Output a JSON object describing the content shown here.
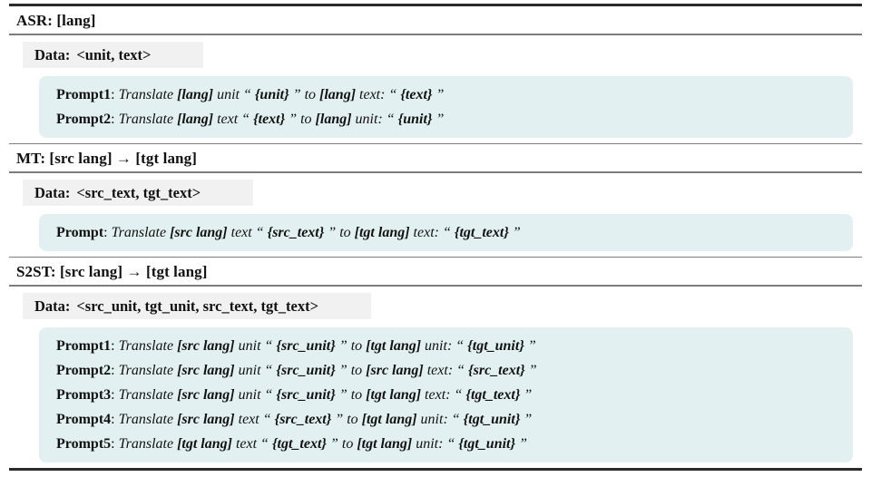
{
  "figure": {
    "colors": {
      "data_box_bg": "#f1f1f1",
      "prompt_box_bg": "#e3f0f1",
      "rule_thick": "#2b2b2b",
      "rule_thin": "#7d7d7d"
    },
    "sections": [
      {
        "id": "asr",
        "header": "ASR: [lang]",
        "data_label": "Data:",
        "data_value": "<unit, text>",
        "prompts": [
          {
            "label": "Prompt1",
            "sep": ": ",
            "parts": [
              [
                "i",
                "Translate "
              ],
              [
                "bi",
                "[lang]"
              ],
              [
                "i",
                " unit “ "
              ],
              [
                "bi",
                "{unit}"
              ],
              [
                "i",
                " ” to "
              ],
              [
                "bi",
                "[lang]"
              ],
              [
                "i",
                " text: “ "
              ],
              [
                "bi",
                "{text}"
              ],
              [
                "i",
                " ”"
              ]
            ]
          },
          {
            "label": "Prompt2",
            "sep": ": ",
            "parts": [
              [
                "i",
                "Translate "
              ],
              [
                "bi",
                "[lang]"
              ],
              [
                "i",
                " text “ "
              ],
              [
                "bi",
                "{text}"
              ],
              [
                "i",
                " ” to "
              ],
              [
                "bi",
                "[lang]"
              ],
              [
                "i",
                " unit: “ "
              ],
              [
                "bi",
                "{unit}"
              ],
              [
                "i",
                " ”"
              ]
            ]
          }
        ]
      },
      {
        "id": "mt",
        "header": "MT: [src lang] → [tgt lang]",
        "data_label": "Data:",
        "data_value": "<src_text, tgt_text>",
        "prompts": [
          {
            "label": "Prompt",
            "sep": ": ",
            "parts": [
              [
                "i",
                "Translate "
              ],
              [
                "bi",
                "[src lang]"
              ],
              [
                "i",
                " text “ "
              ],
              [
                "bi",
                "{src_text}"
              ],
              [
                "i",
                " ” to "
              ],
              [
                "bi",
                "[tgt lang]"
              ],
              [
                "i",
                " text: “ "
              ],
              [
                "bi",
                "{tgt_text}"
              ],
              [
                "i",
                " ”"
              ]
            ]
          }
        ]
      },
      {
        "id": "s2st",
        "header": "S2ST: [src lang] → [tgt lang]",
        "data_label": "Data:",
        "data_value": "<src_unit, tgt_unit, src_text, tgt_text>",
        "prompts": [
          {
            "label": "Prompt1",
            "sep": ": ",
            "parts": [
              [
                "i",
                "Translate "
              ],
              [
                "bi",
                "[src lang]"
              ],
              [
                "i",
                " unit “ "
              ],
              [
                "bi",
                "{src_unit}"
              ],
              [
                "i",
                " ” to "
              ],
              [
                "bi",
                "[tgt lang]"
              ],
              [
                "i",
                " unit: “ "
              ],
              [
                "bi",
                "{tgt_unit}"
              ],
              [
                "i",
                " ”"
              ]
            ]
          },
          {
            "label": "Prompt2",
            "sep": ": ",
            "parts": [
              [
                "i",
                "Translate "
              ],
              [
                "bi",
                "[src lang]"
              ],
              [
                "i",
                " unit “ "
              ],
              [
                "bi",
                "{src_unit}"
              ],
              [
                "i",
                " ” to "
              ],
              [
                "bi",
                "[src lang]"
              ],
              [
                "i",
                " text: “ "
              ],
              [
                "bi",
                "{src_text}"
              ],
              [
                "i",
                " ”"
              ]
            ]
          },
          {
            "label": "Prompt3",
            "sep": ": ",
            "parts": [
              [
                "i",
                "Translate "
              ],
              [
                "bi",
                "[src lang]"
              ],
              [
                "i",
                " unit “ "
              ],
              [
                "bi",
                "{src_unit}"
              ],
              [
                "i",
                " ” to "
              ],
              [
                "bi",
                "[tgt lang]"
              ],
              [
                "i",
                " text: “ "
              ],
              [
                "bi",
                "{tgt_text}"
              ],
              [
                "i",
                " ”"
              ]
            ]
          },
          {
            "label": "Prompt4",
            "sep": ": ",
            "parts": [
              [
                "i",
                "Translate "
              ],
              [
                "bi",
                "[src lang]"
              ],
              [
                "i",
                " text “ "
              ],
              [
                "bi",
                "{src_text}"
              ],
              [
                "i",
                " ” to "
              ],
              [
                "bi",
                "[tgt lang]"
              ],
              [
                "i",
                " unit: “ "
              ],
              [
                "bi",
                "{tgt_unit}"
              ],
              [
                "i",
                " ”"
              ]
            ]
          },
          {
            "label": "Prompt5",
            "sep": ": ",
            "parts": [
              [
                "i",
                "Translate "
              ],
              [
                "bi",
                "[tgt lang]"
              ],
              [
                "i",
                " text “ "
              ],
              [
                "bi",
                "{tgt_text}"
              ],
              [
                "i",
                " ” to "
              ],
              [
                "bi",
                "[tgt lang]"
              ],
              [
                "i",
                " unit: “ "
              ],
              [
                "bi",
                "{tgt_unit}"
              ],
              [
                "i",
                " ”"
              ]
            ]
          }
        ]
      }
    ]
  }
}
